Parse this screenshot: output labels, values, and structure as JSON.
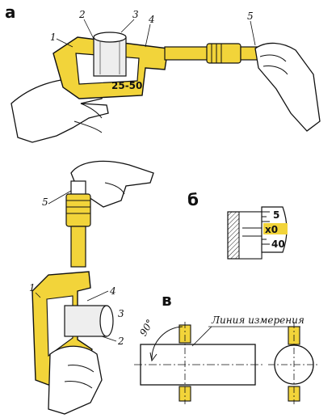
{
  "panels": {
    "a": "а",
    "b": "б",
    "v": "в"
  },
  "top_labels": [
    "1",
    "2",
    "3",
    "4",
    "5"
  ],
  "bottom_labels": [
    "1",
    "2",
    "3",
    "4",
    "5"
  ],
  "frame_marking": "25-50",
  "thimble_scale": {
    "top": "5",
    "middle": "х0",
    "bottom": "40"
  },
  "diagram_v": {
    "angle": "90°",
    "measurement_line": "Линия измерения"
  },
  "colors": {
    "accent_yellow": "#f2d43a",
    "ink": "#111111"
  }
}
